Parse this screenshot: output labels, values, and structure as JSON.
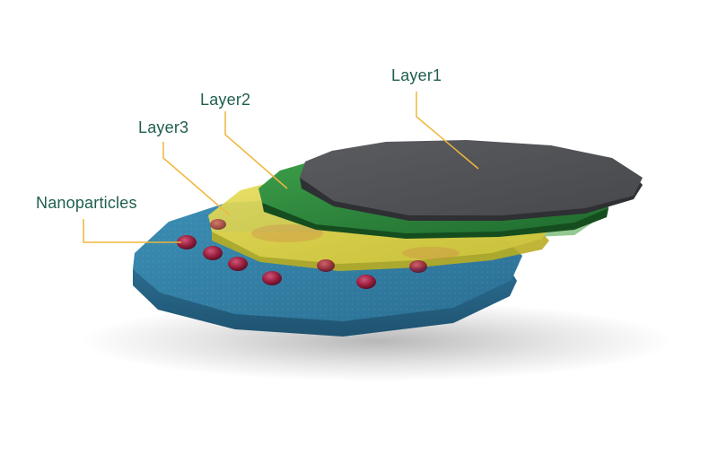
{
  "labels": {
    "layer1": "Layer1",
    "layer2": "Layer2",
    "layer3": "Layer3",
    "nanoparticles": "Nanoparticles"
  },
  "colors": {
    "label_text": "#1f5e4e",
    "leader_line": "#f0b63c",
    "base_layer": "#2f78a0",
    "layer3": "#e0d84a",
    "layer2": "#2e8a3c",
    "layer1": "#4e5054",
    "nanoparticle": "#9a1f3f"
  }
}
